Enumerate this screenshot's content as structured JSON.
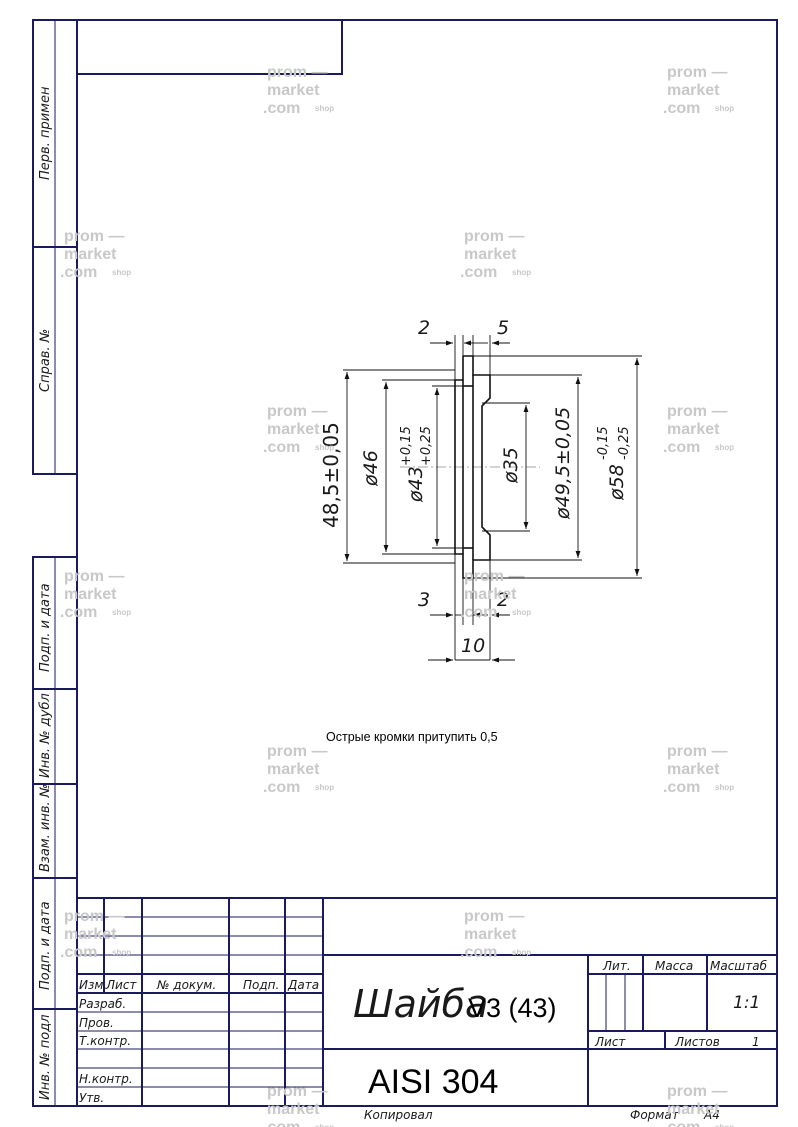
{
  "side_stamps": [
    "Перв. примен",
    "Справ. №",
    "Подп. и дата",
    "Инв. № дубл",
    "Взам. инв. №",
    "Подп. и дата",
    "Инв. № подл"
  ],
  "drawing": {
    "dims": {
      "top_left": "2",
      "top_right": "5",
      "d_48_5": "48,5±0,05",
      "d_46": "ø46",
      "d_43": "ø43",
      "d_43_upper": "+0,15",
      "d_43_lower": "+0,25",
      "d_35": "ø35",
      "d_49_5": "ø49,5±0,05",
      "d_58": "ø58",
      "d_58_upper": "-0,15",
      "d_58_lower": "-0,25",
      "bottom_left": "3",
      "bottom_right": "2",
      "width": "10"
    },
    "note": "Острые кромки притупить 0,5"
  },
  "title_block": {
    "col_headers": [
      "Изм.",
      "Лист",
      "№ докум.",
      "Подп.",
      "Дата"
    ],
    "rows": [
      "Разраб.",
      "Пров.",
      "Т.контр.",
      "",
      "Н.контр.",
      "Утв."
    ],
    "part_name": "Шайба",
    "part_code": "V3 (43)",
    "material": "AISI 304",
    "lit_label": "Лит.",
    "mass_label": "Масса",
    "scale_label": "Масштаб",
    "scale_value": "1:1",
    "sheet_label": "Лист",
    "sheets_label": "Листов",
    "sheets_value": "1",
    "copied_label": "Копировал",
    "format_label": "Формат",
    "format_value": "А4"
  },
  "watermark": {
    "line1": "prom",
    "line2": "market",
    "line3": ".com",
    "suffix": "shop"
  }
}
